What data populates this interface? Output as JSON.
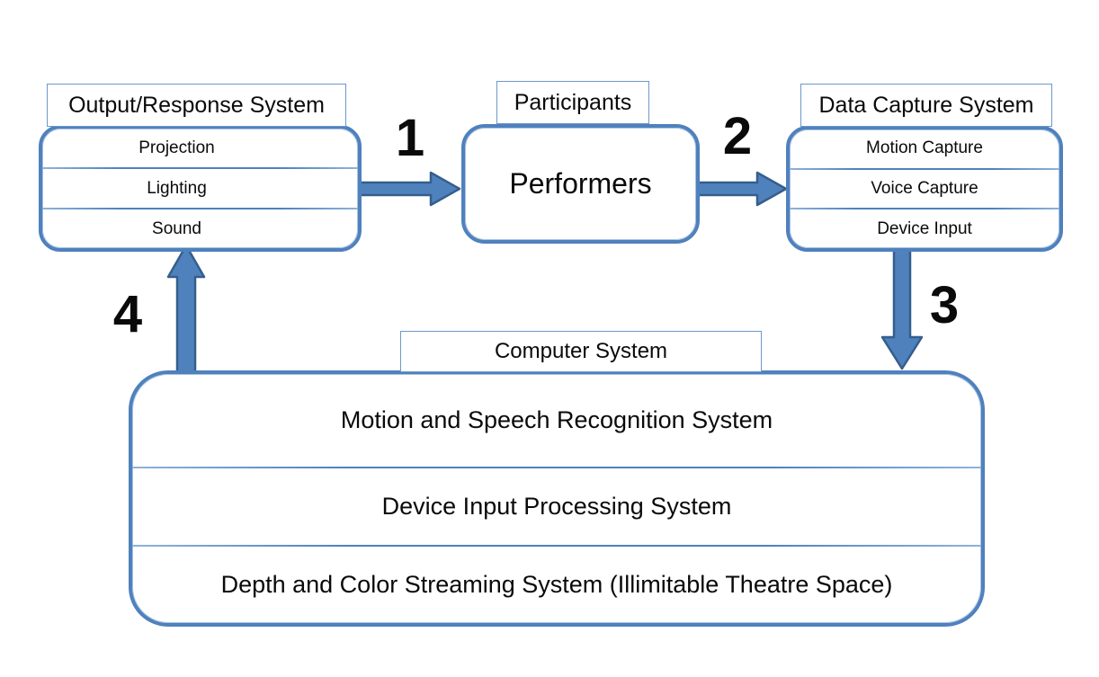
{
  "colors": {
    "arrow_fill": "#4f81bd",
    "arrow_outline": "#355e8c",
    "box_border": "#4f81bd",
    "label_border": "#6d98cb",
    "separator_line": "#4f81bd",
    "text": "#0a0a0a",
    "background": "#ffffff"
  },
  "output_system": {
    "label": "Output/Response System",
    "items": [
      "Projection",
      "Lighting",
      "Sound"
    ]
  },
  "participants": {
    "label": "Participants",
    "items": [
      "Performers"
    ]
  },
  "data_capture": {
    "label": "Data Capture System",
    "items": [
      "Motion Capture",
      "Voice Capture",
      "Device Input"
    ]
  },
  "computer_system": {
    "label": "Computer System",
    "items": [
      "Motion and Speech Recognition System",
      "Device Input Processing System",
      "Depth and Color Streaming System (Illimitable Theatre Space)"
    ]
  },
  "arrows": [
    {
      "number": "1",
      "direction": "right"
    },
    {
      "number": "2",
      "direction": "right"
    },
    {
      "number": "3",
      "direction": "down"
    },
    {
      "number": "4",
      "direction": "up"
    }
  ]
}
